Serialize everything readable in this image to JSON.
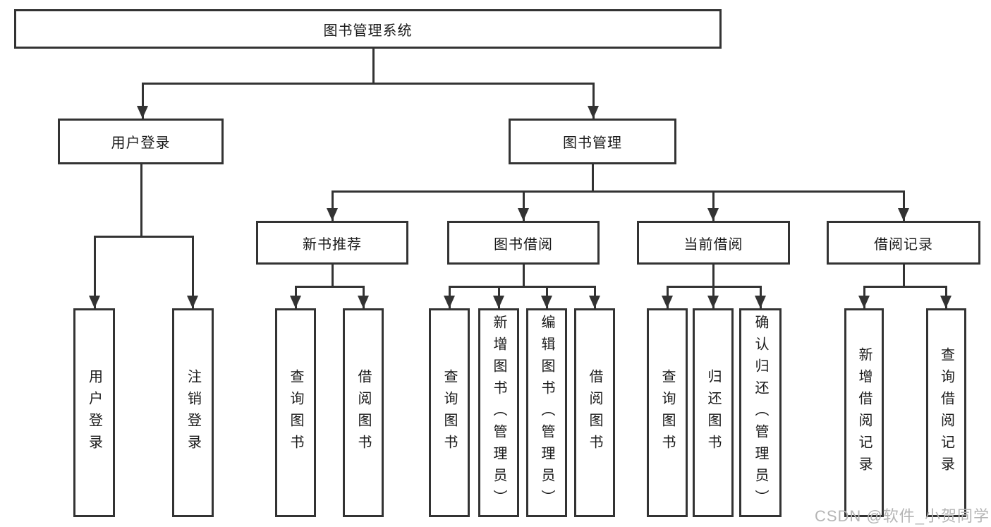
{
  "diagram_data": {
    "type": "hierarchy",
    "title": "图书管理系统",
    "background": "#ffffff",
    "line_color": "#333333",
    "text_color": "#1a1a1a",
    "watermark": {
      "text": "CSDN @软件_小贺同学",
      "color": "#b5b5b5"
    },
    "nodes": {
      "root": "图书管理系统",
      "user_login": "用户登录",
      "book_mgmt": "图书管理",
      "new_book_rec": "新书推荐",
      "book_borrow": "图书借阅",
      "current_borrow": "当前借阅",
      "borrow_record": "借阅记录",
      "leaf_user_login": "用户登录",
      "leaf_logout": "注销登录",
      "leaf_query_book_a": "查询图书",
      "leaf_borrow_book_a": "借阅图书",
      "leaf_query_book_b": "查询图书",
      "leaf_add_book": "新增图书（管理员）",
      "leaf_edit_book": "编辑图书（管理员）",
      "leaf_borrow_book_b": "借阅图书",
      "leaf_query_book_c": "查询图书",
      "leaf_return_book": "归还图书",
      "leaf_confirm_return": "确认归还（管理员）",
      "leaf_add_record": "新增借阅记录",
      "leaf_query_record": "查询借阅记录"
    },
    "structure": {
      "label": "图书管理系统",
      "children": [
        {
          "label": "用户登录",
          "children": [
            {
              "label": "用户登录"
            },
            {
              "label": "注销登录"
            }
          ]
        },
        {
          "label": "图书管理",
          "children": [
            {
              "label": "新书推荐",
              "children": [
                {
                  "label": "查询图书"
                },
                {
                  "label": "借阅图书"
                }
              ]
            },
            {
              "label": "图书借阅",
              "children": [
                {
                  "label": "查询图书"
                },
                {
                  "label": "新增图书（管理员）"
                },
                {
                  "label": "编辑图书（管理员）"
                },
                {
                  "label": "借阅图书"
                }
              ]
            },
            {
              "label": "当前借阅",
              "children": [
                {
                  "label": "查询图书"
                },
                {
                  "label": "归还图书"
                },
                {
                  "label": "确认归还（管理员）"
                }
              ]
            },
            {
              "label": "借阅记录",
              "children": [
                {
                  "label": "新增借阅记录"
                },
                {
                  "label": "查询借阅记录"
                }
              ]
            }
          ]
        }
      ]
    }
  }
}
